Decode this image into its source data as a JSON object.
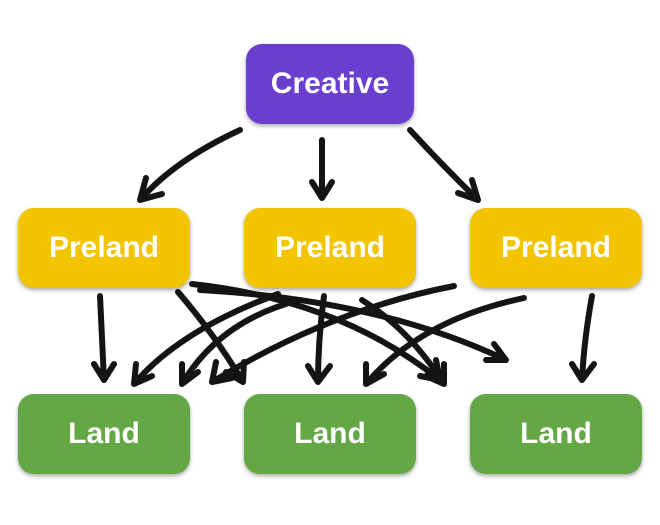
{
  "nodes": {
    "creative": {
      "label": "Creative",
      "color": "#6a3fd0"
    },
    "prelands": [
      {
        "label": "Preland",
        "color": "#f2c500"
      },
      {
        "label": "Preland",
        "color": "#f2c500"
      },
      {
        "label": "Preland",
        "color": "#f2c500"
      }
    ],
    "lands": [
      {
        "label": "Land",
        "color": "#63a844"
      },
      {
        "label": "Land",
        "color": "#63a844"
      },
      {
        "label": "Land",
        "color": "#63a844"
      }
    ]
  },
  "colors": {
    "arrow": "#141414"
  }
}
